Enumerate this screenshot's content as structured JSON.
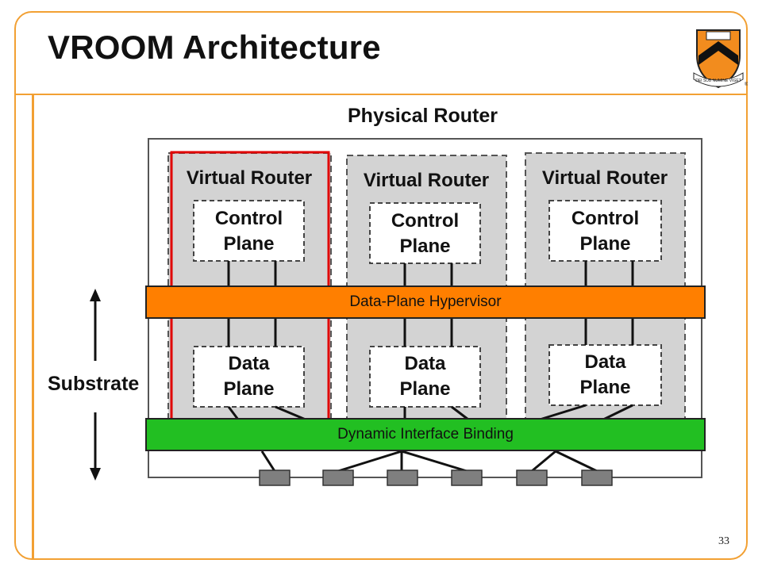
{
  "slide": {
    "title": "VROOM Architecture",
    "page_number": "33",
    "accent_color": "#f2a033"
  },
  "logo": {
    "name": "princeton-shield-logo",
    "text": "DEI SUB NUMINE VIGET",
    "registered_mark": "®"
  },
  "diagram": {
    "physical_router_label": "Physical Router",
    "substrate_label": "Substrate",
    "virtual_routers": [
      {
        "label": "Virtual Router",
        "control_plane": [
          "Control",
          "Plane"
        ],
        "data_plane": [
          "Data",
          "Plane"
        ],
        "highlighted": true
      },
      {
        "label": "Virtual Router",
        "control_plane": [
          "Control",
          "Plane"
        ],
        "data_plane": [
          "Data",
          "Plane"
        ],
        "highlighted": false
      },
      {
        "label": "Virtual Router",
        "control_plane": [
          "Control",
          "Plane"
        ],
        "data_plane": [
          "Data",
          "Plane"
        ],
        "highlighted": false
      }
    ],
    "hypervisor_label": "Data-Plane Hypervisor",
    "binding_label": "Dynamic Interface Binding",
    "colors": {
      "hypervisor": "#ff7f00",
      "binding": "#22bf22",
      "highlight": "#e00000",
      "router_fill": "#d3d3d3",
      "interface": "#7f7f7f"
    }
  }
}
